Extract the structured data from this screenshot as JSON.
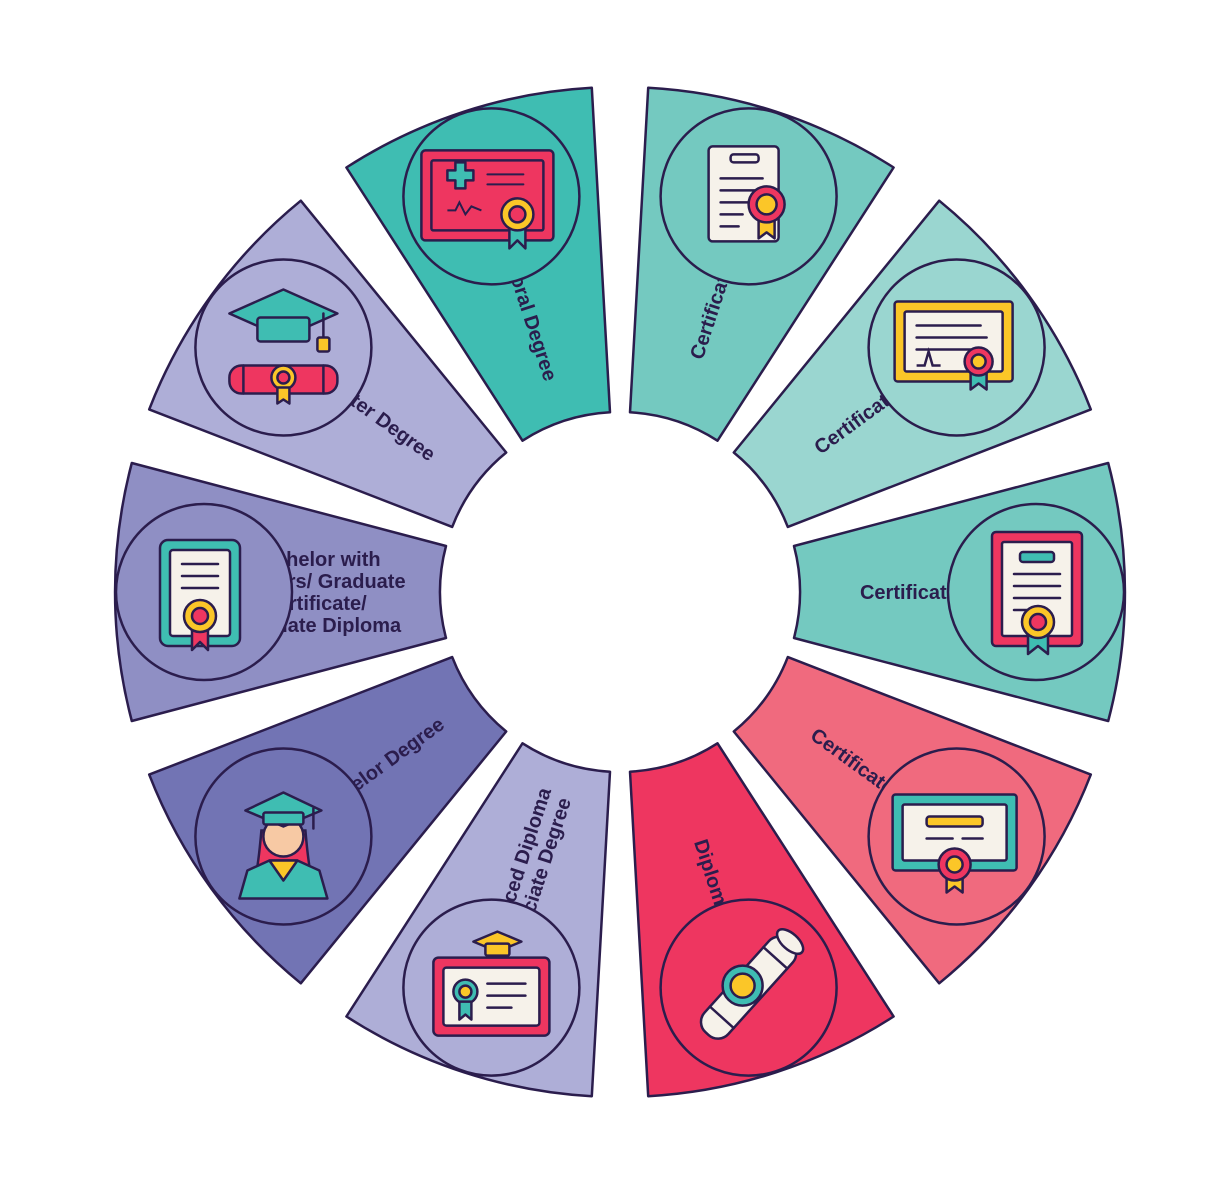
{
  "stroke_color": "#2b1d4d",
  "segments": [
    {
      "id": "certificate-1",
      "label": "Certificate I",
      "color": "#74c9c0",
      "icon": "certificate-document-icon"
    },
    {
      "id": "certificate-2",
      "label": "Certificate II",
      "color": "#9ad6d0",
      "icon": "framed-certificate-icon"
    },
    {
      "id": "certificate-3",
      "label": "Certificate III",
      "color": "#74c9c0",
      "icon": "ornate-certificate-icon"
    },
    {
      "id": "certificate-4",
      "label": "Certificate IV",
      "color": "#f06a7e",
      "icon": "certificate-ribbon-icon"
    },
    {
      "id": "diploma",
      "label": "Diploma",
      "color": "#ee3660",
      "icon": "diploma-scroll-icon"
    },
    {
      "id": "advanced-diploma",
      "label": [
        "Advanced Diploma",
        "/Associate Degree"
      ],
      "color": "#aeaed7",
      "icon": "id-card-graduation-icon"
    },
    {
      "id": "bachelor-degree",
      "label": "Bachelor Degree",
      "color": "#7274b4",
      "icon": "graduate-person-icon"
    },
    {
      "id": "bachelor-honours",
      "label": [
        "Bachelor with",
        "Honours/ Graduate",
        "Certificate/",
        "Graduate Diploma"
      ],
      "color": "#8f8fc4",
      "icon": "scroll-certificate-icon"
    },
    {
      "id": "master-degree",
      "label": "Master Degree",
      "color": "#aeaed7",
      "icon": "graduation-cap-diploma-icon"
    },
    {
      "id": "doctoral-degree",
      "label": "Doctoral Degree",
      "color": "#3fbdb2",
      "icon": "medical-certificate-icon"
    }
  ]
}
